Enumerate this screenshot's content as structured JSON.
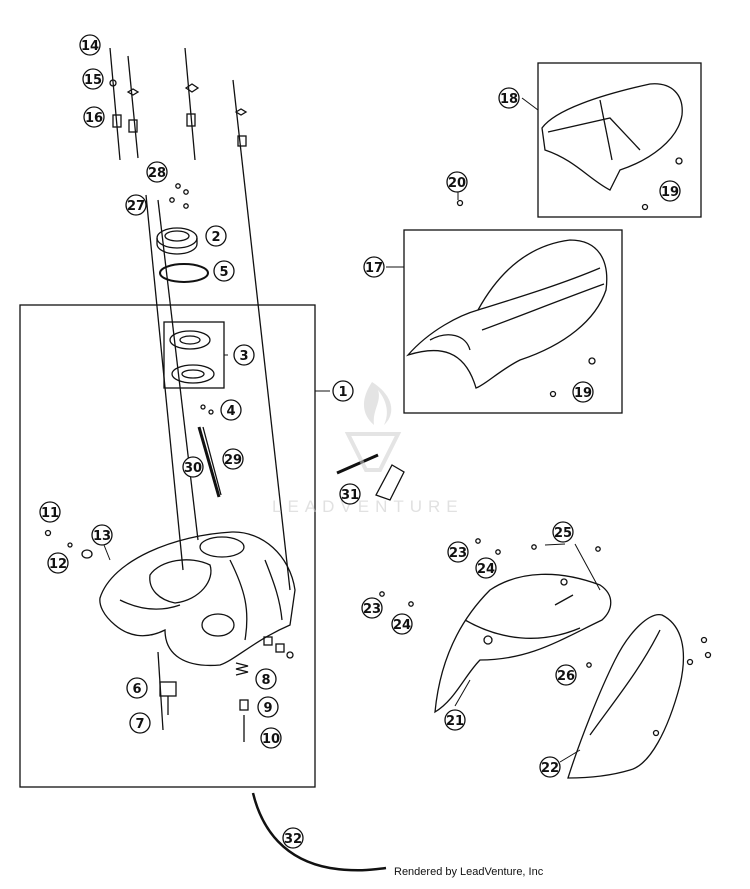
{
  "watermark": {
    "brand": "LEADVENTURE"
  },
  "footer": {
    "credit": "Rendered by LeadVenture, Inc"
  },
  "callouts": {
    "c1": "1",
    "c2": "2",
    "c3": "3",
    "c4": "4",
    "c5": "5",
    "c6": "6",
    "c7": "7",
    "c8": "8",
    "c9": "9",
    "c10": "10",
    "c11": "11",
    "c12": "12",
    "c13": "13",
    "c14": "14",
    "c15": "15",
    "c16": "16",
    "c17": "17",
    "c18": "18",
    "c19a": "19",
    "c19b": "19",
    "c20": "20",
    "c21": "21",
    "c22": "22",
    "c23a": "23",
    "c23b": "23",
    "c24a": "24",
    "c24b": "24",
    "c25": "25",
    "c26": "26",
    "c27": "27",
    "c28": "28",
    "c29": "29",
    "c30": "30",
    "c31": "31",
    "c32": "32"
  }
}
